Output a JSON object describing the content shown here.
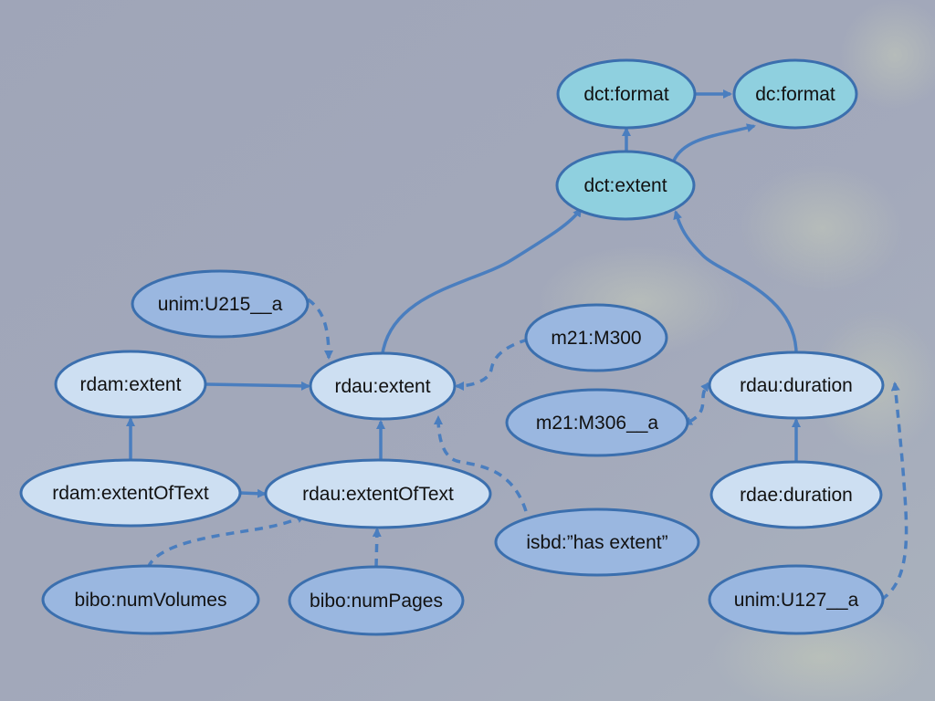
{
  "colors": {
    "background": "#a1a7b9",
    "edge": "#4a7ebf",
    "outline": "#3b6fae",
    "teal_fill": "#8fd0df",
    "light_fill": "#cddff2",
    "medium_fill": "#9ab7e0",
    "text": "#111111"
  },
  "nodes": {
    "dct_format": {
      "label": "dct:format"
    },
    "dc_format": {
      "label": "dc:format"
    },
    "dct_extent": {
      "label": "dct:extent"
    },
    "unim_u215": {
      "label": "unim:U215__a"
    },
    "m21_m300": {
      "label": "m21:M300"
    },
    "rdam_extent": {
      "label": "rdam:extent"
    },
    "rdau_extent": {
      "label": "rdau:extent"
    },
    "rdau_duration": {
      "label": "rdau:duration"
    },
    "m21_m306": {
      "label": "m21:M306__a"
    },
    "rdam_extentoftext": {
      "label": "rdam:extentOfText"
    },
    "rdau_extentoftext": {
      "label": "rdau:extentOfText"
    },
    "rdae_duration": {
      "label": "rdae:duration"
    },
    "isbd_has_extent": {
      "label": "isbd:”has extent”"
    },
    "bibo_numvolumes": {
      "label": "bibo:numVolumes"
    },
    "bibo_numpages": {
      "label": "bibo:numPages"
    },
    "unim_u127": {
      "label": "unim:U127__a"
    }
  },
  "edges": [
    {
      "from": "dct_format",
      "to": "dc_format",
      "style": "solid"
    },
    {
      "from": "dct_extent",
      "to": "dct_format",
      "style": "solid"
    },
    {
      "from": "dct_extent",
      "to": "dc_format",
      "style": "solid"
    },
    {
      "from": "rdau_extent",
      "to": "dct_extent",
      "style": "solid"
    },
    {
      "from": "rdau_duration",
      "to": "dct_extent",
      "style": "solid"
    },
    {
      "from": "unim_u215",
      "to": "rdau_extent",
      "style": "dashed"
    },
    {
      "from": "rdam_extent",
      "to": "rdau_extent",
      "style": "solid"
    },
    {
      "from": "m21_m300",
      "to": "rdau_extent",
      "style": "dashed",
      "bidirectional": true
    },
    {
      "from": "rdam_extentoftext",
      "to": "rdam_extent",
      "style": "solid"
    },
    {
      "from": "rdam_extentoftext",
      "to": "rdau_extentoftext",
      "style": "solid"
    },
    {
      "from": "rdau_extentoftext",
      "to": "rdau_extent",
      "style": "solid"
    },
    {
      "from": "isbd_has_extent",
      "to": "rdau_extent",
      "style": "dashed"
    },
    {
      "from": "bibo_numvolumes",
      "to": "rdau_extentoftext",
      "style": "dashed"
    },
    {
      "from": "bibo_numpages",
      "to": "rdau_extentoftext",
      "style": "dashed"
    },
    {
      "from": "m21_m306",
      "to": "rdau_duration",
      "style": "dashed",
      "bidirectional": true
    },
    {
      "from": "rdae_duration",
      "to": "rdau_duration",
      "style": "solid"
    },
    {
      "from": "unim_u127",
      "to": "rdau_duration",
      "style": "dashed"
    }
  ]
}
